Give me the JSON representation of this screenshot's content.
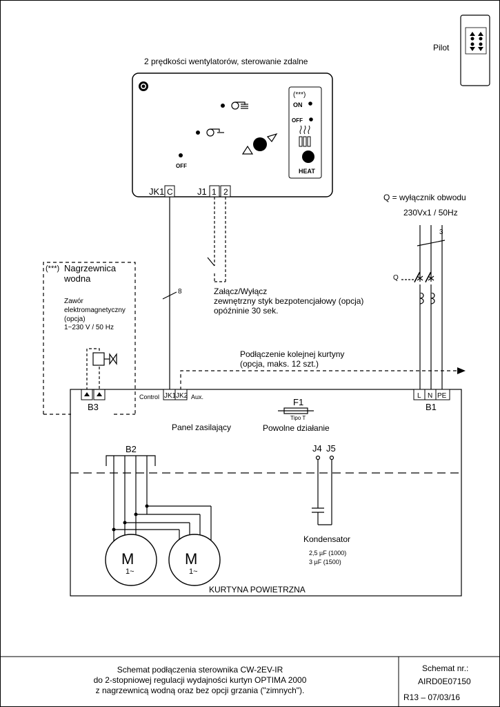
{
  "pilot": {
    "label": "Pilot"
  },
  "controller": {
    "title": "2 prędkości wentylatorów, sterowanie zdalne",
    "off_label": "OFF",
    "panel_note": "(***)",
    "on_label": "ON",
    "panel_off_label": "OFF",
    "heat_label": "HEAT",
    "jk1_label": "JK1",
    "c_terminal": "C",
    "j1_label": "J1",
    "t1": "1",
    "t2": "2"
  },
  "cable_count": "8",
  "switch_note": {
    "line1": "Załącz/Wyłącz",
    "line2": "zewnętrzny styk bezpotencjałowy (opcja)",
    "line3": "opóźninie 30 sek."
  },
  "breaker": {
    "title": "Q = wyłącznik obwodu",
    "supply": "230Vx1 / 50Hz",
    "wires": "3",
    "q_label": "Q"
  },
  "heater": {
    "title_note": "(***)",
    "title_line1": "Nagrzewnica",
    "title_line2": "wodna",
    "valve_line1": "Zawór",
    "valve_line2": "elektromagnetyczny",
    "valve_line3": "(opcja)",
    "valve_line4": "1~230 V / 50 Hz",
    "b3_label": "B3"
  },
  "next_curtain": {
    "line1": "Podłączenie kolejnej kurtyny",
    "line2": "(opcja, maks. 12 szt.)"
  },
  "curtain": {
    "control_label": "Control",
    "jk1": "JK1",
    "jk2": "JK2",
    "aux": "Aux.",
    "terminal_l": "L",
    "terminal_n": "N",
    "terminal_pe": "PE",
    "b1_label": "B1",
    "f1_label": "F1",
    "fuse_type": "Tipo T",
    "fuse_desc": "Powolne działanie",
    "panel_label": "Panel zasilający",
    "b2_label": "B2",
    "j4_label": "J4",
    "j5_label": "J5",
    "capacitor_label": "Kondensator",
    "cap_value1": "2,5 µF (1000)",
    "cap_value2": "3 µF (1500)",
    "motor_symbol": "M",
    "motor_phase": "1~",
    "title": "KURTYNA POWIETRZNA"
  },
  "footer": {
    "desc_line1": "Schemat podłączenia sterownika CW-2EV-IR",
    "desc_line2": "do 2-stopniowej regulacji wydajności kurtyn OPTIMA 2000",
    "desc_line3": "z nagrzewnicą wodną oraz bez opcji grzania (\"zimnych\").",
    "schema_label": "Schemat nr.:",
    "schema_number": "AIRD0E07150",
    "revision": "R13 – 07/03/16"
  }
}
